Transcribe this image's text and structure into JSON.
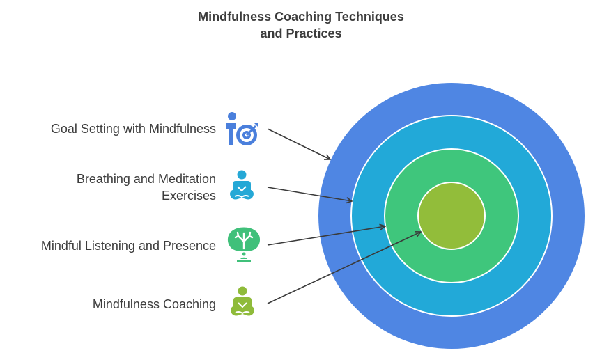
{
  "title": {
    "line1": "Mindfulness Coaching Techniques",
    "line2": "and Practices"
  },
  "items": [
    {
      "line1": "Goal Setting with Mindfulness",
      "line2": "",
      "icon": "person-target-icon",
      "color": "#4a7fdc"
    },
    {
      "line1": "Breathing and Meditation",
      "line2": "Exercises",
      "icon": "meditation-icon",
      "color": "#25a8d6"
    },
    {
      "line1": "Mindful Listening and Presence",
      "line2": "",
      "icon": "mind-tree-icon",
      "color": "#40c07a"
    },
    {
      "line1": "Mindfulness Coaching",
      "line2": "",
      "icon": "meditation-person-icon",
      "color": "#8fbb3a"
    }
  ],
  "rings": {
    "colors": [
      "#4f86e3",
      "#22a9d8",
      "#3fc67c",
      "#92bd3a"
    ],
    "stroke": "#ffffff"
  }
}
